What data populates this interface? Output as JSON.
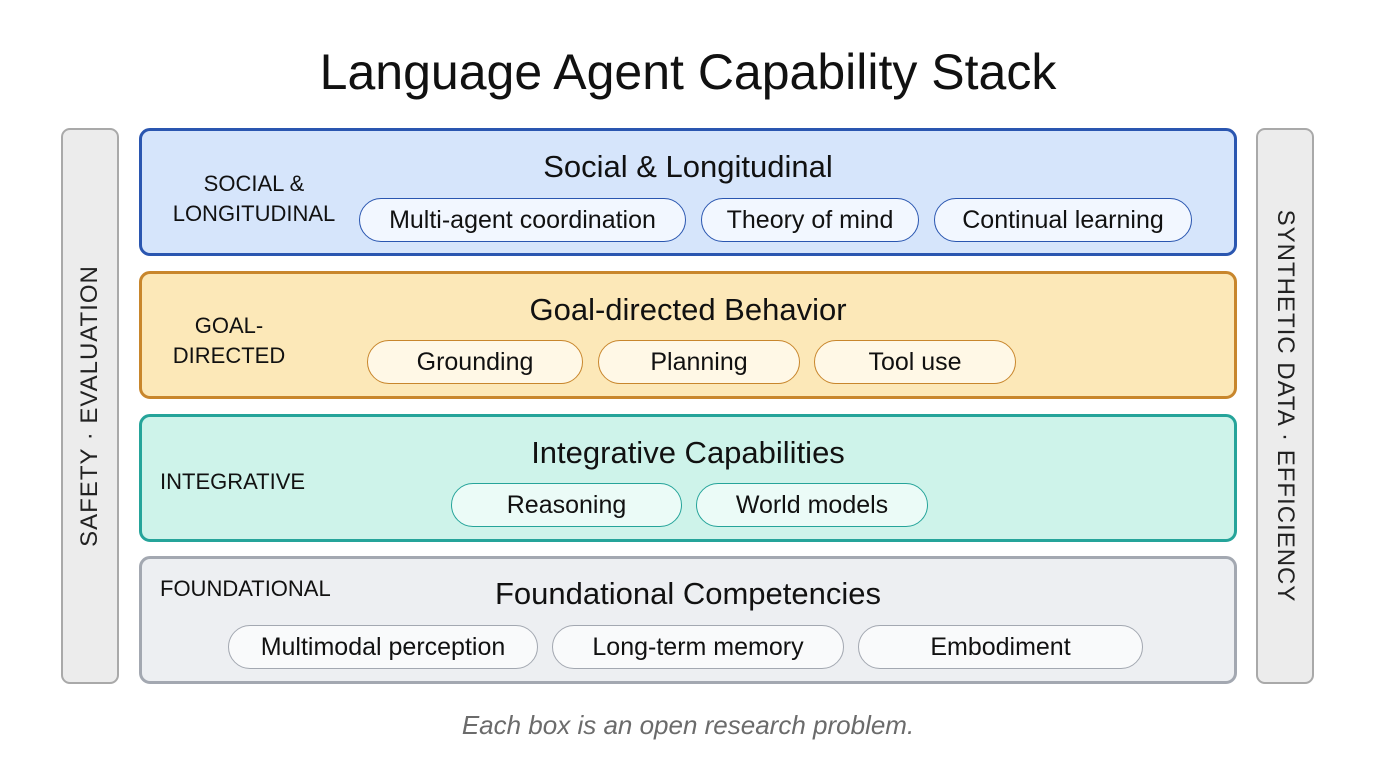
{
  "title": "Language Agent Capability Stack",
  "side_left": "SAFETY · EVALUATION",
  "side_right": "SYNTHETIC DATA · EFFICIENCY",
  "footer": "Each box is an open research problem.",
  "colors": {
    "social_fill": "#d6e5fb",
    "social_border": "#2a56b0",
    "goal_fill": "#fce8b8",
    "goal_border": "#c8862c",
    "integrative_fill": "#cef3ea",
    "integrative_border": "#25a49a",
    "foundational_fill": "#edeff2",
    "foundational_border": "#a3a8b1"
  },
  "layers": [
    {
      "tag_line1": "SOCIAL &",
      "tag_line2": "LONGITUDINAL",
      "heading": "Social & Longitudinal",
      "pills": [
        "Multi-agent coordination",
        "Theory of mind",
        "Continual learning"
      ]
    },
    {
      "tag_line1": "GOAL-",
      "tag_line2": "DIRECTED",
      "heading": "Goal-directed Behavior",
      "pills": [
        "Grounding",
        "Planning",
        "Tool use"
      ]
    },
    {
      "tag_line1": "INTEGRATIVE",
      "heading": "Integrative Capabilities",
      "pills": [
        "Reasoning",
        "World models"
      ]
    },
    {
      "tag_line1": "FOUNDATIONAL",
      "heading": "Foundational Competencies",
      "pills": [
        "Multimodal perception",
        "Long-term memory",
        "Embodiment"
      ]
    }
  ]
}
